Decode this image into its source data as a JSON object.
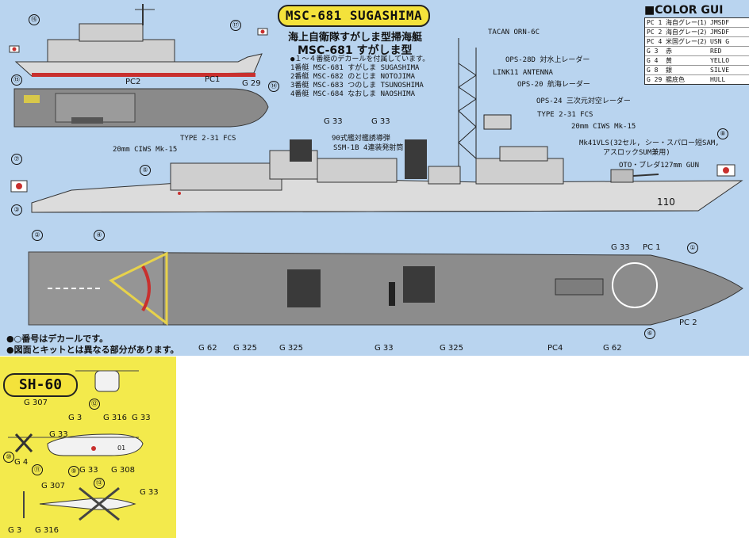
{
  "title": "MSC-681 SUGASHIMA",
  "subtitle_jp": "海上自衛隊すがしま型掃海艇",
  "subtitle_class": "MSC-681 すがしま型",
  "decal_note": "●１～４番艇のデカールを付属しています。",
  "ship_list": [
    {
      "no": "1番艇",
      "code": "MSC-681",
      "jp": "すがしま",
      "en": "SUGASHIMA"
    },
    {
      "no": "2番艇",
      "code": "MSC-682",
      "jp": "のとじま",
      "en": "NOTOJIMA"
    },
    {
      "no": "3番艇",
      "code": "MSC-683",
      "jp": "つのしま",
      "en": "TSUNOSHIMA"
    },
    {
      "no": "4番艇",
      "code": "MSC-684",
      "jp": "なおしま",
      "en": "NAOSHIMA"
    }
  ],
  "color_guide": {
    "header": "■COLOR GUI",
    "rows": [
      {
        "code": "PC 1",
        "jp": "海自グレー(1)",
        "en": "JMSDF"
      },
      {
        "code": "PC 2",
        "jp": "海自グレー(2)",
        "en": "JMSDF"
      },
      {
        "code": "PC 4",
        "jp": "米国グレー(2)",
        "en": "USN G"
      },
      {
        "code": "G 3",
        "jp": "赤",
        "en": "RED"
      },
      {
        "code": "G 4",
        "jp": "黄",
        "en": "YELLO"
      },
      {
        "code": "G 8",
        "jp": "銀",
        "en": "SILVE"
      },
      {
        "code": "G 29",
        "jp": "艦底色",
        "en": "HULL"
      }
    ]
  },
  "labels": {
    "pc1_top": "PC1",
    "g29_top": "G 29",
    "pc2_top": "PC2",
    "tacan": "TACAN ORN-6C",
    "ops28d": "OPS-28D 対水上レーダー",
    "link11": "LINK11 ANTENNA",
    "ops20": "OPS-20 航海レーダー",
    "ops24": "OPS-24 三次元対空レーダー",
    "type231_fwd": "TYPE 2-31 FCS",
    "ciws_fwd": "20mm CIWS Mk-15",
    "mk41": "Mk41VLS(32セル, シー・スパロー短SAM,",
    "mk41b": "アスロックSUM兼用)",
    "oto": "OTO・ブレダ127mm GUN",
    "g33_a": "G 33",
    "g33_b": "G 33",
    "type231_aft": "TYPE 2-31 FCS",
    "ciws_aft": "20mm CIWS Mk-15",
    "ssm1": "90式艦対艦誘導弾",
    "ssm2": "SSM-1B 4連装発射筒",
    "hull_no": "110",
    "g33_hull": "G 33",
    "pc1_hull": "PC 1",
    "g62_l": "G 62",
    "g325_a": "G 325",
    "g325_b": "G 325",
    "g33_deck": "G 33",
    "g325_c": "G 325",
    "pc4": "PC4",
    "g62_r": "G 62",
    "pc2_bow": "PC 2"
  },
  "circled": {
    "n1": "①",
    "n2": "②",
    "n3": "③",
    "n4": "④",
    "n5": "⑤",
    "n6": "⑥",
    "n7": "⑦",
    "n8": "⑧",
    "n14": "⑭",
    "n15": "⑮",
    "n16": "⑯",
    "n17": "⑰"
  },
  "notes": [
    "●○番号はデカールです。",
    "●図面とキットとは異なる部分があります。"
  ],
  "heli": {
    "title": "SH-60",
    "labels": {
      "g307_a": "G 307",
      "g3_a": "G 3",
      "g316_a": "G 316",
      "g33_a": "G 33",
      "g33_b": "G 33",
      "g4": "G 4",
      "g33_c": "G 33",
      "g308": "G 308",
      "g307_b": "G 307",
      "g33_d": "G 33",
      "g3_b": "G 3",
      "g316_b": "G 316",
      "fuselage_no": "01"
    },
    "circled": {
      "n9": "⑨",
      "n10": "⑩",
      "n11": "⑪",
      "n12": "⑫",
      "n13": "⑬"
    }
  },
  "colors": {
    "sheet_bg": "#b9d4ef",
    "heli_bg": "#f3ea4c",
    "hull_light": "#dcdcdc",
    "deck_gray": "#8a8a8a",
    "accent_yellow": "#f4e23b",
    "hull_red": "#c8302e"
  }
}
